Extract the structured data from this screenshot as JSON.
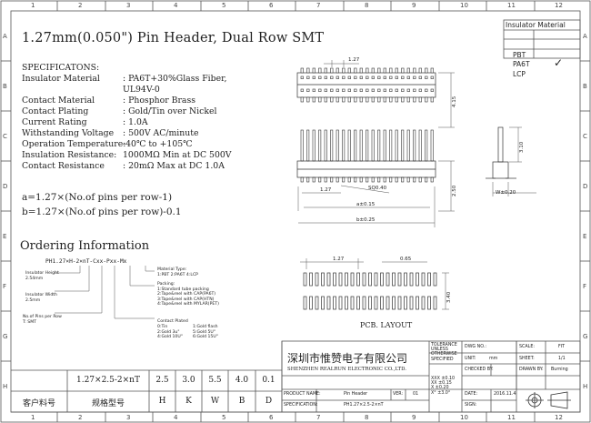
{
  "title": "1.27mm(0.050\") Pin Header, Dual Row SMT",
  "zones": {
    "cols": [
      "1",
      "2",
      "3",
      "4",
      "5",
      "6",
      "7",
      "8",
      "9",
      "10",
      "11",
      "12"
    ],
    "rows": [
      "A",
      "B",
      "C",
      "D",
      "E",
      "F",
      "G",
      "H"
    ]
  },
  "material_box": {
    "header": "Insulator Material",
    "options": [
      {
        "label": "PBT",
        "check": ""
      },
      {
        "label": "PA6T",
        "check": "✓"
      },
      {
        "label": "LCP",
        "check": ""
      }
    ]
  },
  "specs": [
    {
      "label": "SPECIFICATONS:",
      "value": ""
    },
    {
      "label": "Insulator Material",
      "value": ": PA6T+30%Glass Fiber,"
    },
    {
      "label": "",
      "value": "  UL94V-0"
    },
    {
      "label": "Contact Material",
      "value": ": Phosphor Brass"
    },
    {
      "label": "Contact Plating",
      "value": ": Gold/Tin over Nickel"
    },
    {
      "label": "Current Rating",
      "value": ": 1.0A"
    },
    {
      "label": "Withstanding Voltage",
      "value": ": 500V AC/minute"
    },
    {
      "label": "Operation Temperature:",
      "value": " -40℃ to +105℃"
    },
    {
      "label": "Insulation Resistance:",
      "value": " 1000MΩ Min at DC 500V"
    },
    {
      "label": "Contact Resistance",
      "value": ": 20mΩ Max at DC 1.0A"
    }
  ],
  "formulas": [
    "a=1.27×(No.of pins per row-1)",
    "b=1.27×(No.of pins per row)-0.1"
  ],
  "ordering": {
    "title": "Ordering Information",
    "part_number": "PH1.27×H-2×nT-Cxx-Pxx-Mx",
    "insulator_height": [
      "Insulator Height",
      "2.54mm"
    ],
    "insulator_width": [
      "Insulator Width",
      "2.5mm"
    ],
    "pins": [
      "No.of Pins per Row",
      "T: SMT"
    ],
    "material": [
      "Material Type:",
      "1:PBT 2:PA6T 4:LCP"
    ],
    "packing": [
      "Packing:",
      "1:Standard tube packing",
      "2:Tape&reel with CAP(PA6T)",
      "3:Tape&reel with CAP(HTN)",
      "4:Tape&reel with MYLAR(PET)"
    ],
    "plated": [
      "Contact Plated",
      "0:Tin",
      "2:Gold 3u\"",
      "4:Gold 10U\"",
      "1:Gold flash",
      "5:Gold 5U\"",
      "6:Gold 15U\""
    ]
  },
  "dims": {
    "pitch_top": "1.27",
    "h1": "4.15",
    "h2": "3.10",
    "pitch_side": "1.27",
    "sq": "SQ0.40",
    "h3": "2.50",
    "a": "a±0.15",
    "b": "b±0.25",
    "w": "W±0.20",
    "pcb_pitch": "1.27",
    "pcb_pad": "0.65",
    "pcb_h": "3.40"
  },
  "pcb_layout_label": "PCB. LAYOUT",
  "company": {
    "cn": "深圳市惟赞电子有限公司",
    "en": "SHENZHEN REALRUN ELECTRONIC CO.,LTD."
  },
  "title_block": {
    "tolerance": [
      "TOLERANCE",
      "UNLESS",
      "OTHERWISE",
      "SPECIFIED"
    ],
    "tol_values": [
      "XXX ±0.10",
      "XX ±0.15",
      "X ±0.20",
      "X° ±3.0°"
    ],
    "dwg_no_label": "DWG NO.:",
    "dwg_no": "",
    "unit_label": "UNIT:",
    "unit_value": "mm",
    "checked_label": "CHECKED BY:",
    "scale_label": "SCALE:",
    "scale_value": "FIT",
    "sheet_label": "SHEET:",
    "sheet_value": "1/1",
    "drawn_label": "DRAWN BY:",
    "drawn_value": "Burning",
    "product_label": "PRODUCT NAME:",
    "product_value": "Pin Header",
    "ver_label": "VER:",
    "ver_value": "01",
    "date_label": "DATE:",
    "date_value": "2016.11.4",
    "spec_label": "SPECIFICATION:",
    "spec_value": "PH1.27×2.5-2×nT",
    "sign_label": "SIGN:"
  },
  "bottom_table": {
    "row1": [
      "",
      "1.27×2.5-2×nT",
      "2.5",
      "3.0",
      "5.5",
      "4.0",
      "0.1"
    ],
    "row2": [
      "客户料号",
      "规格型号",
      "H",
      "K",
      "W",
      "B",
      "D"
    ]
  }
}
